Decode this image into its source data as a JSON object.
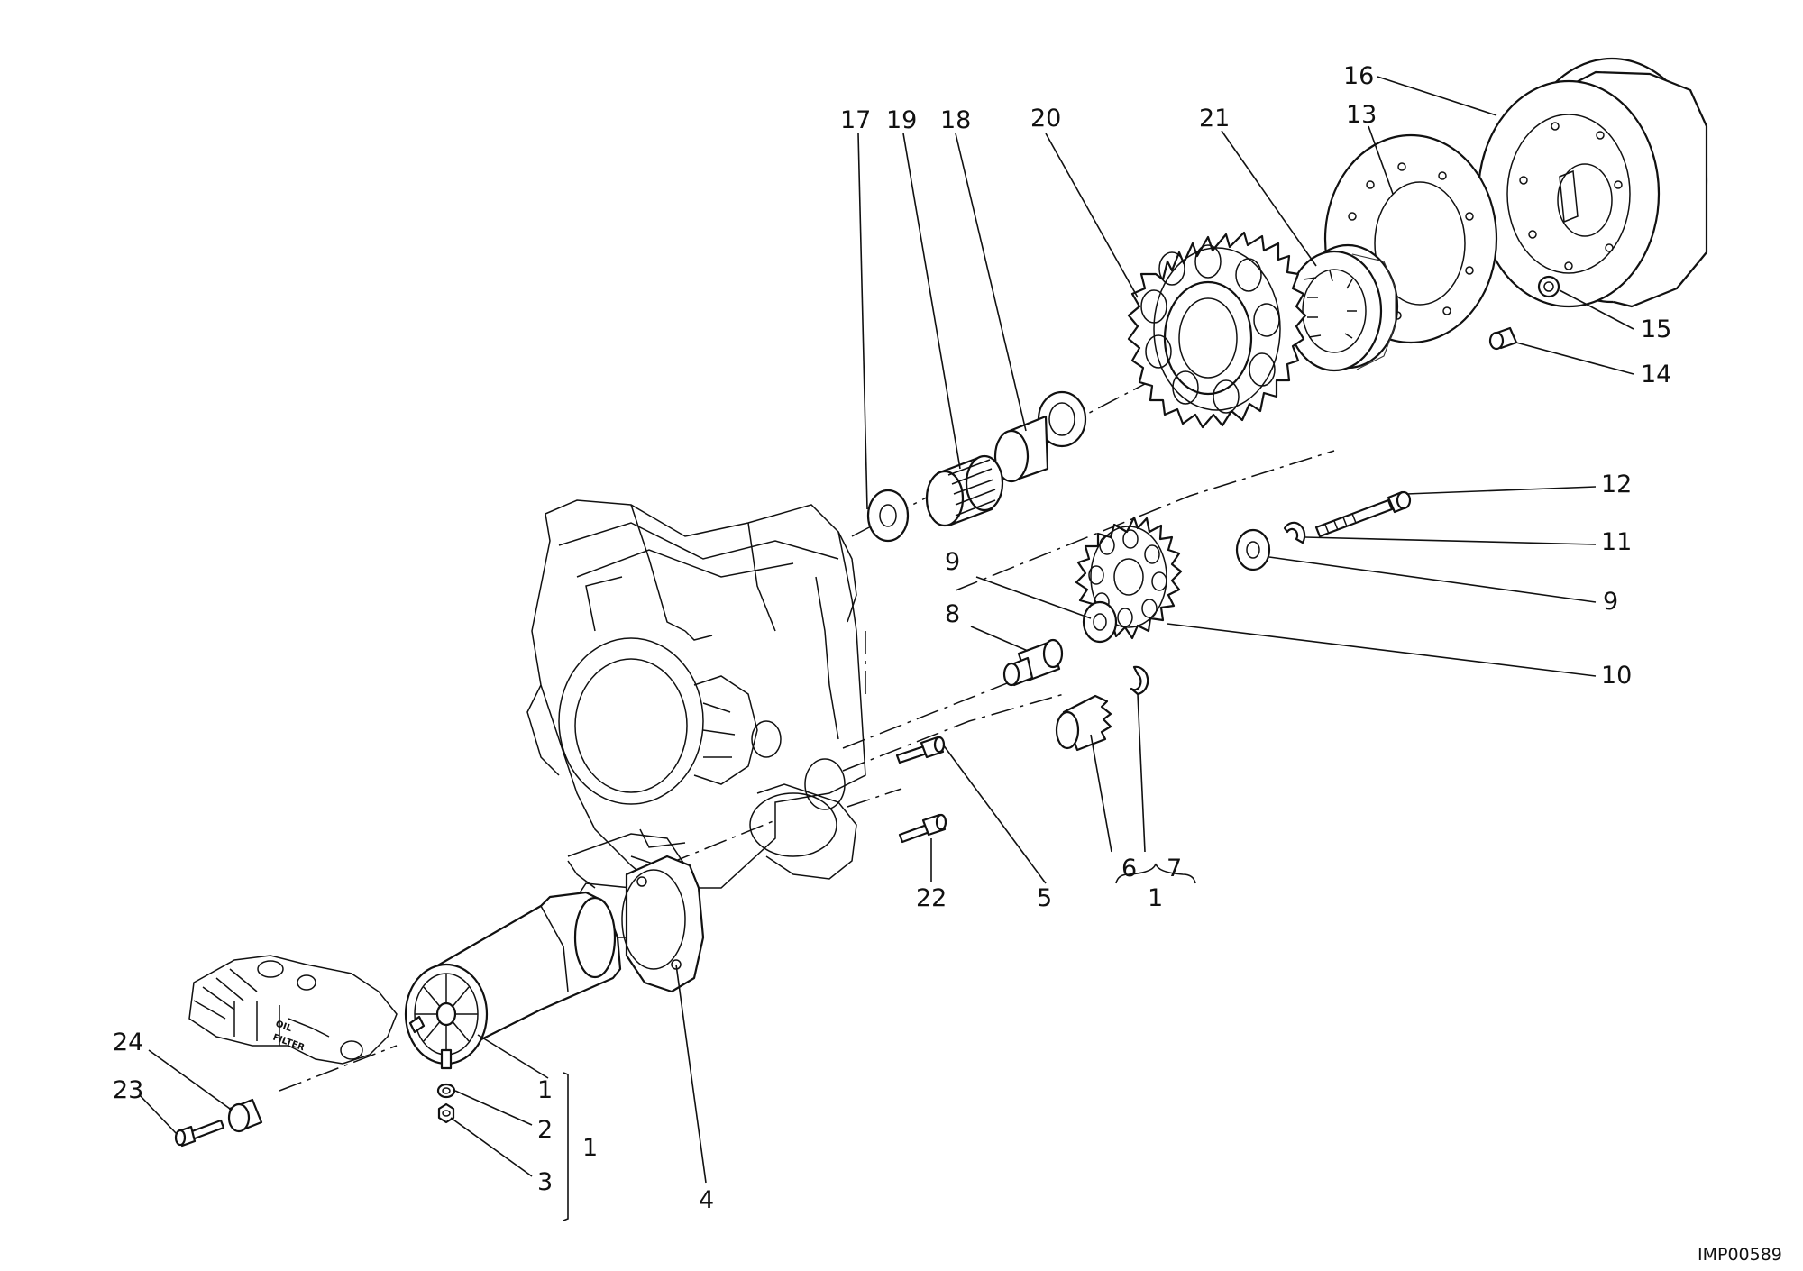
{
  "diagram": {
    "image_code": "IMP00589",
    "engine_case_text": [
      "OIL",
      "FILTER"
    ],
    "callouts": [
      {
        "id": "17",
        "text": "17"
      },
      {
        "id": "19",
        "text": "19"
      },
      {
        "id": "18",
        "text": "18"
      },
      {
        "id": "20",
        "text": "20"
      },
      {
        "id": "21",
        "text": "21"
      },
      {
        "id": "16",
        "text": "16"
      },
      {
        "id": "13",
        "text": "13"
      },
      {
        "id": "15",
        "text": "15"
      },
      {
        "id": "14",
        "text": "14"
      },
      {
        "id": "12",
        "text": "12"
      },
      {
        "id": "11",
        "text": "11"
      },
      {
        "id": "9_right",
        "text": "9"
      },
      {
        "id": "10",
        "text": "10"
      },
      {
        "id": "9_left",
        "text": "9"
      },
      {
        "id": "8",
        "text": "8"
      },
      {
        "id": "6",
        "text": "6"
      },
      {
        "id": "7",
        "text": "7"
      },
      {
        "id": "1_mid",
        "text": "1"
      },
      {
        "id": "22",
        "text": "22"
      },
      {
        "id": "5",
        "text": "5"
      },
      {
        "id": "4",
        "text": "4"
      },
      {
        "id": "1_low",
        "text": "1"
      },
      {
        "id": "2",
        "text": "2"
      },
      {
        "id": "3",
        "text": "3"
      },
      {
        "id": "1_group",
        "text": "1"
      },
      {
        "id": "24",
        "text": "24"
      },
      {
        "id": "23",
        "text": "23"
      }
    ]
  }
}
